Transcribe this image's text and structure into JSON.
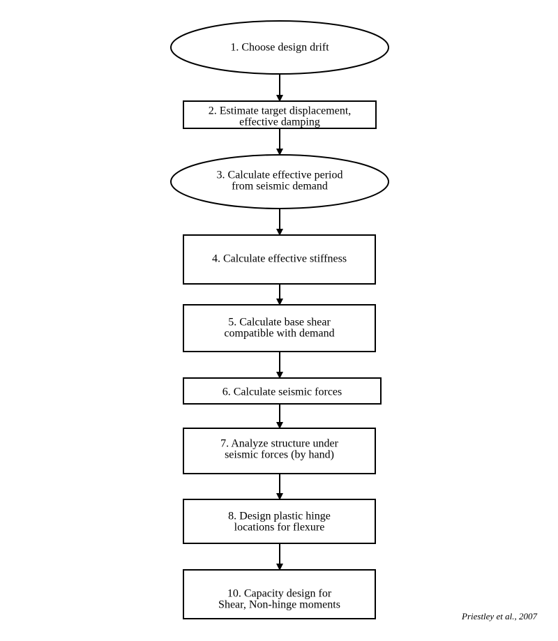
{
  "steps": [
    {
      "shape": "ellipse",
      "lines": [
        "1. Choose design drift"
      ]
    },
    {
      "shape": "rect",
      "lines": [
        "2. Estimate target displacement,",
        "effective damping"
      ]
    },
    {
      "shape": "ellipse",
      "lines": [
        "3. Calculate effective period",
        "from seismic demand"
      ]
    },
    {
      "shape": "rect",
      "lines": [
        "4. Calculate effective stiffness"
      ]
    },
    {
      "shape": "rect",
      "lines": [
        "5. Calculate base shear",
        "compatible with demand"
      ]
    },
    {
      "shape": "rect",
      "lines": [
        "6. Calculate seismic forces"
      ]
    },
    {
      "shape": "rect",
      "lines": [
        "7. Analyze structure under",
        "seismic forces (by hand)"
      ]
    },
    {
      "shape": "rect",
      "lines": [
        "8. Design plastic hinge",
        "locations for flexure"
      ]
    },
    {
      "shape": "rect",
      "lines": [
        "10. Capacity design for",
        "Shear, Non-hinge moments"
      ]
    }
  ],
  "citation": "Priestley et al., 2007"
}
